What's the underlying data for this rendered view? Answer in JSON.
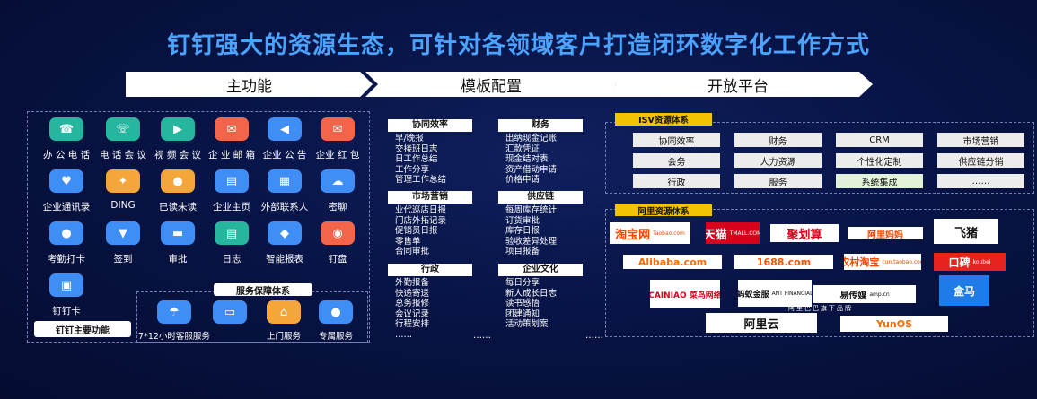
{
  "title": "钉钉强大的资源生态，可针对各领域客户打造闭环数字化工作方式",
  "tabs": [
    "主功能",
    "模板配置",
    "开放平台"
  ],
  "main": {
    "features": [
      {
        "label": "办 公 电 话",
        "icon": "phone-icon",
        "color": "#26b59f"
      },
      {
        "label": "电 话 会 议",
        "icon": "conference-call-icon",
        "color": "#26b59f"
      },
      {
        "label": "视 频 会 议",
        "icon": "video-call-icon",
        "color": "#26b59f"
      },
      {
        "label": "企 业 邮 箱",
        "icon": "mail-icon",
        "color": "#f3654a"
      },
      {
        "label": "企业 公 告",
        "icon": "announcement-icon",
        "color": "#3f8ef5"
      },
      {
        "label": "企业 红 包",
        "icon": "red-packet-icon",
        "color": "#f3654a"
      },
      {
        "label": "企业通讯录",
        "icon": "contacts-icon",
        "color": "#3f8ef5"
      },
      {
        "label": "DING",
        "icon": "ding-icon",
        "color": "#f4a63b"
      },
      {
        "label": "已读未读",
        "icon": "read-status-icon",
        "color": "#f4a63b"
      },
      {
        "label": "企业主页",
        "icon": "homepage-icon",
        "color": "#3f8ef5"
      },
      {
        "label": "外部联系人",
        "icon": "external-contact-icon",
        "color": "#3f8ef5"
      },
      {
        "label": "密聊",
        "icon": "secret-chat-icon",
        "color": "#3f8ef5"
      },
      {
        "label": "考勤打卡",
        "icon": "attendance-icon",
        "color": "#3f8ef5"
      },
      {
        "label": "签到",
        "icon": "checkin-icon",
        "color": "#3f8ef5"
      },
      {
        "label": "审批",
        "icon": "approval-icon",
        "color": "#3f8ef5"
      },
      {
        "label": "日志",
        "icon": "log-icon",
        "color": "#26b59f"
      },
      {
        "label": "智能报表",
        "icon": "smart-report-icon",
        "color": "#3f8ef5"
      },
      {
        "label": "钉盘",
        "icon": "ding-disk-icon",
        "color": "#f3654a"
      },
      {
        "label": "钉钉卡",
        "icon": "ding-card-icon",
        "color": "#3f8ef5"
      }
    ],
    "footer_label": "钉钉主要功能",
    "service_title": "服务保障体系",
    "services": [
      {
        "label": "7*12小时客服服务",
        "icon": "customer-service-icon",
        "color": "#3f8ef5"
      },
      {
        "label": "",
        "icon": "screen-service-icon",
        "color": "#3f8ef5"
      },
      {
        "label": "上门服务",
        "icon": "home-service-icon",
        "color": "#f4a63b"
      },
      {
        "label": "专属服务",
        "icon": "dedicated-service-icon",
        "color": "#3f8ef5"
      }
    ]
  },
  "templates": {
    "modules": [
      {
        "title": "协同效率",
        "items": [
          "早/晚报",
          "交接班日志",
          "日工作总结",
          "工作分享",
          "管理工作总结"
        ]
      },
      {
        "title": "财务",
        "items": [
          "出纳现金记账",
          "汇款凭证",
          "现金结对表",
          "资产借动申请",
          "价格申请"
        ]
      },
      {
        "title": "市场营销",
        "items": [
          "业代巡店日报",
          "门店外拓记录",
          "促销员日报",
          "零售单",
          "合同审批"
        ]
      },
      {
        "title": "供应链",
        "items": [
          "每周库存统计",
          "订货审批",
          "库存日报",
          "验收差异处理",
          "项目报备"
        ]
      },
      {
        "title": "行政",
        "items": [
          "外勤报备",
          "快递寄送",
          "总务报修",
          "会议记录",
          "行程安排",
          "……"
        ]
      },
      {
        "title": "企业文化",
        "items": [
          "每日分享",
          "新人成长日志",
          "读书感悟",
          "团建通知",
          "活动策划案"
        ]
      }
    ],
    "more": "……"
  },
  "platform": {
    "isv_title": "ISV资源体系",
    "isv_cells": [
      "协同效率",
      "财务",
      "CRM",
      "市场营销",
      "会务",
      "人力资源",
      "个性化定制",
      "供应链分销",
      "行政",
      "服务",
      "系统集成",
      "……"
    ],
    "ali_title": "阿里资源体系",
    "logos": [
      {
        "text": "淘宝网",
        "sub": "Taobao.com",
        "color": "#ff4400",
        "bg": "#ffffff"
      },
      {
        "text": "天猫",
        "sub": "TMALL.COM",
        "color": "#ffffff",
        "bg": "#d8011c"
      },
      {
        "text": "聚划算",
        "sub": "",
        "color": "#d8011c",
        "bg": "#ffffff"
      },
      {
        "text": "阿里妈妈",
        "sub": "",
        "color": "#ff4400",
        "bg": "#ffffff"
      },
      {
        "text": "飞猪",
        "sub": "",
        "color": "#111111",
        "bg": "#ffffff"
      },
      {
        "text": "Alibaba.com",
        "sub": "",
        "color": "#ff6a00",
        "bg": "#ffffff"
      },
      {
        "text": "1688.com",
        "sub": "",
        "color": "#ff5000",
        "bg": "#ffffff"
      },
      {
        "text": "农村淘宝",
        "sub": "cun.taobao.com",
        "color": "#ff4400",
        "bg": "#ffffff"
      },
      {
        "text": "口碑",
        "sub": "koubei",
        "color": "#ffffff",
        "bg": "#e8231e"
      },
      {
        "text": "CAINIAO 菜鸟网络",
        "sub": "",
        "color": "#d8011c",
        "bg": "#ffffff"
      },
      {
        "text": "蚂蚁金服",
        "sub": "ANT FINANCIAL",
        "color": "#111111",
        "bg": "#ffffff"
      },
      {
        "text": "易传媒",
        "sub": "amp.cn",
        "color": "#111111",
        "bg": "#ffffff"
      },
      {
        "text": "盒马",
        "sub": "",
        "color": "#ffffff",
        "bg": "#1f7be8"
      },
      {
        "text": "阿里云",
        "sub": "",
        "color": "#111111",
        "bg": "#ffffff"
      },
      {
        "text": "YunOS",
        "sub": "",
        "color": "#ff6a00",
        "bg": "#ffffff"
      }
    ],
    "footer": "阿里巴巴旗下品牌"
  }
}
